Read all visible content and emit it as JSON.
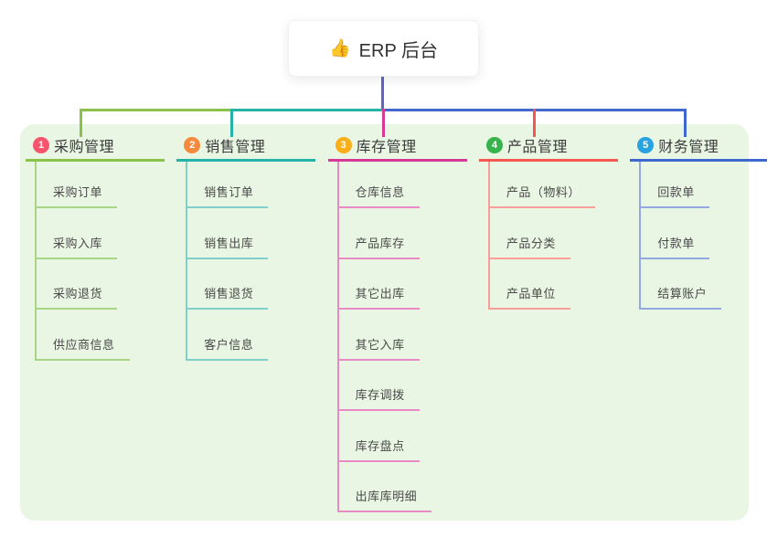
{
  "root": {
    "label": "ERP 后台",
    "icon": "thumbs-up-icon",
    "icon_glyph": "👍"
  },
  "colors": {
    "panel_background": "#E9F6E3",
    "root_line": "#5B67C3",
    "bus_left": "#8BC34A",
    "bus_middle": "#23B3A9",
    "bus_right": "#4468CE",
    "text_dark": "#3b3b3b",
    "text_child": "#4a4a4a"
  },
  "branches": [
    {
      "badge": "1",
      "badge_color": "#F6556D",
      "label": "采购管理",
      "line_color": "#8BC34A",
      "child_line_color": "#A8D584",
      "children": [
        "采购订单",
        "采购入库",
        "采购退货",
        "供应商信息"
      ]
    },
    {
      "badge": "2",
      "badge_color": "#F58A3C",
      "label": "销售管理",
      "line_color": "#23B3A9",
      "child_line_color": "#7FD0C9",
      "children": [
        "销售订单",
        "销售出库",
        "销售退货",
        "客户信息"
      ]
    },
    {
      "badge": "3",
      "badge_color": "#FBAE17",
      "label": "库存管理",
      "line_color": "#D63A94",
      "child_line_color": "#EA8AC4",
      "children": [
        "仓库信息",
        "产品库存",
        "其它出库",
        "其它入库",
        "库存调拨",
        "库存盘点",
        "出库库明细"
      ]
    },
    {
      "badge": "4",
      "badge_color": "#36B34A",
      "label": "产品管理",
      "line_color": "#F4574F",
      "child_line_color": "#F79E99",
      "children": [
        "产品（物料）",
        "产品分类",
        "产品单位"
      ]
    },
    {
      "badge": "5",
      "badge_color": "#29A3E0",
      "label": "财务管理",
      "line_color": "#3E68D0",
      "child_line_color": "#93A7E3",
      "children": [
        "回款单",
        "付款单",
        "结算账户"
      ]
    }
  ],
  "bus_segments": [
    {
      "from_branch": 0,
      "to_branch": 1,
      "color": "#8BC34A"
    },
    {
      "from_branch": 1,
      "to_branch": 2,
      "color": "#23B3A9"
    },
    {
      "from_branch": 2,
      "to_branch": 4,
      "color": "#4468CE"
    }
  ]
}
